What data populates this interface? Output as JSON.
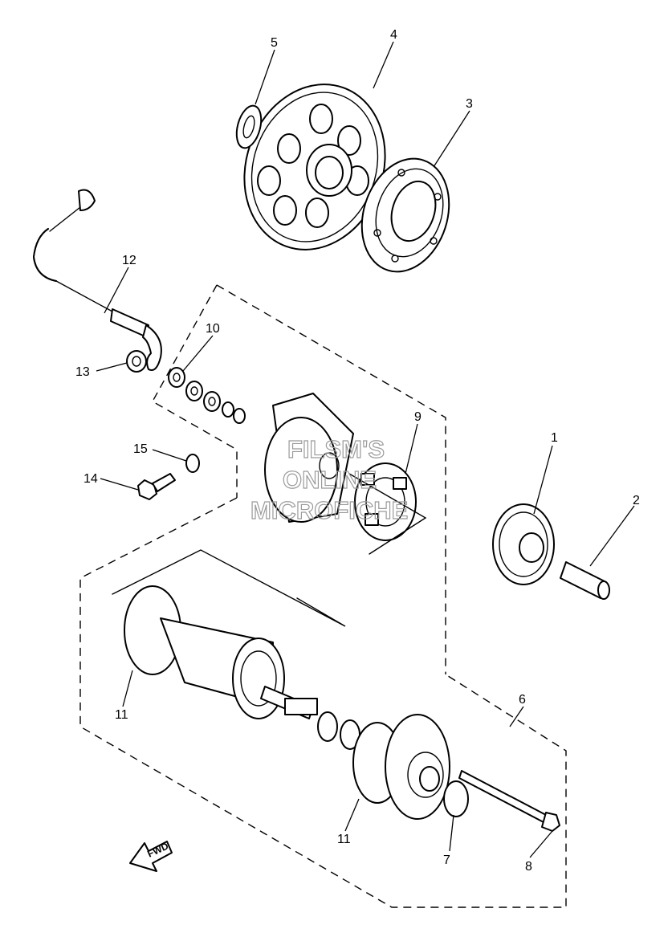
{
  "diagram": {
    "callouts": [
      "1",
      "2",
      "3",
      "4",
      "5",
      "6",
      "7",
      "8",
      "9",
      "10",
      "11",
      "11",
      "12",
      "13",
      "14",
      "15"
    ],
    "watermark": [
      "FILSM'S",
      "ONLINE",
      "MICROFICHE"
    ],
    "direction_label": "FWD"
  }
}
